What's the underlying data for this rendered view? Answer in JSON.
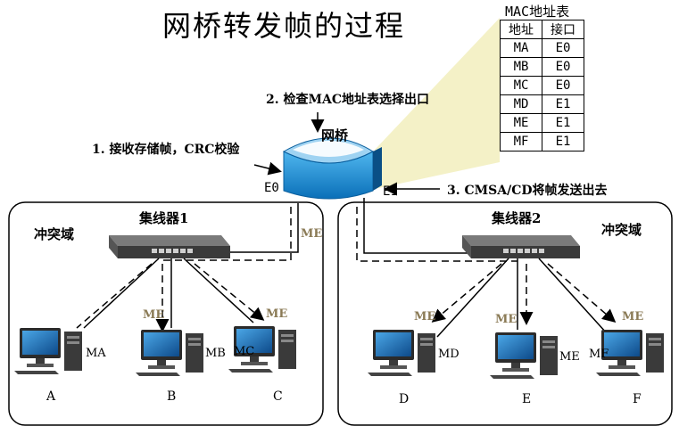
{
  "title": "网桥转发帧的过程",
  "bridge": {
    "label": "网桥",
    "port_left": "E0",
    "port_right": "E1"
  },
  "steps": [
    "1. 接收存储帧，CRC校验",
    "2. 检查MAC地址表选择出口",
    "3. CMSA/CD将帧发送出去"
  ],
  "mac_table": {
    "title": "MAC地址表",
    "headers": [
      "地址",
      "接口"
    ],
    "rows": [
      [
        "MA",
        "E0"
      ],
      [
        "MB",
        "E0"
      ],
      [
        "MC",
        "E0"
      ],
      [
        "MD",
        "E1"
      ],
      [
        "ME",
        "E1"
      ],
      [
        "MF",
        "E1"
      ]
    ]
  },
  "domains": [
    {
      "label": "冲突域",
      "hub": "集线器1",
      "pcs": [
        {
          "name": "A",
          "mac": "MA"
        },
        {
          "name": "B",
          "mac": "MB"
        },
        {
          "name": "C",
          "mac": "MC"
        }
      ]
    },
    {
      "label": "冲突域",
      "hub": "集线器2",
      "pcs": [
        {
          "name": "D",
          "mac": "MD"
        },
        {
          "name": "E",
          "mac": "ME"
        },
        {
          "name": "F",
          "mac": "MF"
        }
      ]
    }
  ],
  "frame_label": "ME",
  "colors": {
    "bridge_top": "#9fd3f2",
    "bridge_body": "#1b8fd6",
    "beam": "#f3f0c4",
    "frame_label": "#8a7a55"
  }
}
